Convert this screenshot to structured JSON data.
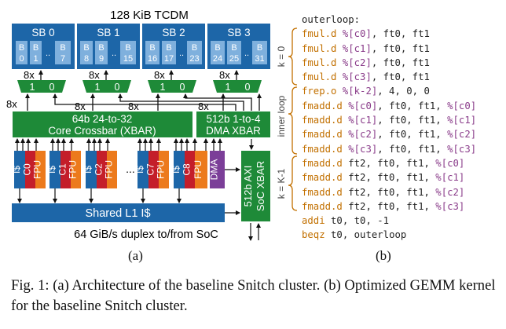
{
  "architecture": {
    "tcdm_title": "128 KiB TCDM",
    "superbanks": [
      {
        "label": "SB 0",
        "banks": [
          "0",
          "1",
          "7"
        ]
      },
      {
        "label": "SB 1",
        "banks": [
          "8",
          "9",
          "15"
        ]
      },
      {
        "label": "SB 2",
        "banks": [
          "16",
          "17",
          "23"
        ]
      },
      {
        "label": "SB 3",
        "banks": [
          "24",
          "25",
          "31"
        ]
      }
    ],
    "bank_letter": "B",
    "dots": "..",
    "mux_labels": [
      "1",
      "0"
    ],
    "mult_8x": "8x",
    "core_xbar": [
      "64b 24-to-32",
      "Core Crossbar (XBAR)"
    ],
    "dma_xbar": [
      "512b 1-to-4",
      "DMA XBAR"
    ],
    "cores": [
      {
        "core": "C0",
        "icache": "I$",
        "fpu": "FPU"
      },
      {
        "core": "C1",
        "icache": "I$",
        "fpu": "FPU"
      },
      {
        "core": "C2",
        "icache": "I$",
        "fpu": "FPU"
      },
      {
        "core": "C7",
        "icache": "I$",
        "fpu": "FPU"
      },
      {
        "core": "C8",
        "icache": "I$",
        "fpu": "FPU"
      }
    ],
    "ellipsis": "...",
    "dma": "DMA",
    "shared_icache": "Shared L1 I$",
    "soc_xbar": [
      "512b AXI",
      "SoC XBAR"
    ],
    "soc_link": "64 GiB/s duplex to/from SoC",
    "colors": {
      "blue": "#1d66a8",
      "green": "#1e8a38",
      "orange": "#ec7a1c",
      "red": "#c41e2a",
      "purple": "#7b3e98"
    }
  },
  "code": {
    "lines": [
      [
        {
          "t": "outerloop:",
          "c": "pl"
        }
      ],
      [
        {
          "t": "fmul.d ",
          "c": "op"
        },
        {
          "t": "%[c0]",
          "c": "var"
        },
        {
          "t": ", ft0, ft1",
          "c": "pl"
        }
      ],
      [
        {
          "t": "fmul.d ",
          "c": "op"
        },
        {
          "t": "%[c1]",
          "c": "var"
        },
        {
          "t": ", ft0, ft1",
          "c": "pl"
        }
      ],
      [
        {
          "t": "fmul.d ",
          "c": "op"
        },
        {
          "t": "%[c2]",
          "c": "var"
        },
        {
          "t": ", ft0, ft1",
          "c": "pl"
        }
      ],
      [
        {
          "t": "fmul.d ",
          "c": "op"
        },
        {
          "t": "%[c3]",
          "c": "var"
        },
        {
          "t": ", ft0, ft1",
          "c": "pl"
        }
      ],
      [
        {
          "t": "frep.o ",
          "c": "op"
        },
        {
          "t": "%[k-2]",
          "c": "var"
        },
        {
          "t": ", 4, 0, 0",
          "c": "pl"
        }
      ],
      [
        {
          "t": "fmadd.d ",
          "c": "op"
        },
        {
          "t": "%[c0]",
          "c": "var"
        },
        {
          "t": ", ft0, ft1, ",
          "c": "pl"
        },
        {
          "t": "%[c0]",
          "c": "var"
        }
      ],
      [
        {
          "t": "fmadd.d ",
          "c": "op"
        },
        {
          "t": "%[c1]",
          "c": "var"
        },
        {
          "t": ", ft0, ft1, ",
          "c": "pl"
        },
        {
          "t": "%[c1]",
          "c": "var"
        }
      ],
      [
        {
          "t": "fmadd.d ",
          "c": "op"
        },
        {
          "t": "%[c2]",
          "c": "var"
        },
        {
          "t": ", ft0, ft1, ",
          "c": "pl"
        },
        {
          "t": "%[c2]",
          "c": "var"
        }
      ],
      [
        {
          "t": "fmadd.d ",
          "c": "op"
        },
        {
          "t": "%[c3]",
          "c": "var"
        },
        {
          "t": ", ft0, ft1, ",
          "c": "pl"
        },
        {
          "t": "%[c3]",
          "c": "var"
        }
      ],
      [
        {
          "t": "fmadd.d ",
          "c": "op"
        },
        {
          "t": "ft2, ft0, ft1, ",
          "c": "pl"
        },
        {
          "t": "%[c0]",
          "c": "var"
        }
      ],
      [
        {
          "t": "fmadd.d ",
          "c": "op"
        },
        {
          "t": "ft2, ft0, ft1, ",
          "c": "pl"
        },
        {
          "t": "%[c1]",
          "c": "var"
        }
      ],
      [
        {
          "t": "fmadd.d ",
          "c": "op"
        },
        {
          "t": "ft2, ft0, ft1, ",
          "c": "pl"
        },
        {
          "t": "%[c2]",
          "c": "var"
        }
      ],
      [
        {
          "t": "fmadd.d ",
          "c": "op"
        },
        {
          "t": "ft2, ft0, ft1, ",
          "c": "pl"
        },
        {
          "t": "%[c3]",
          "c": "var"
        }
      ],
      [
        {
          "t": "addi ",
          "c": "op"
        },
        {
          "t": "t0, t0, -1",
          "c": "pl"
        }
      ],
      [
        {
          "t": "beqz ",
          "c": "op"
        },
        {
          "t": "t0, outerloop",
          "c": "pl"
        }
      ]
    ],
    "brace_labels": [
      "k = 0",
      "inner loop",
      "k = K-1"
    ]
  },
  "label_a": "(a)",
  "label_b": "(b)",
  "caption": "Fig. 1: (a) Architecture of the baseline Snitch cluster. (b) Optimized GEMM kernel for the baseline Snitch cluster."
}
